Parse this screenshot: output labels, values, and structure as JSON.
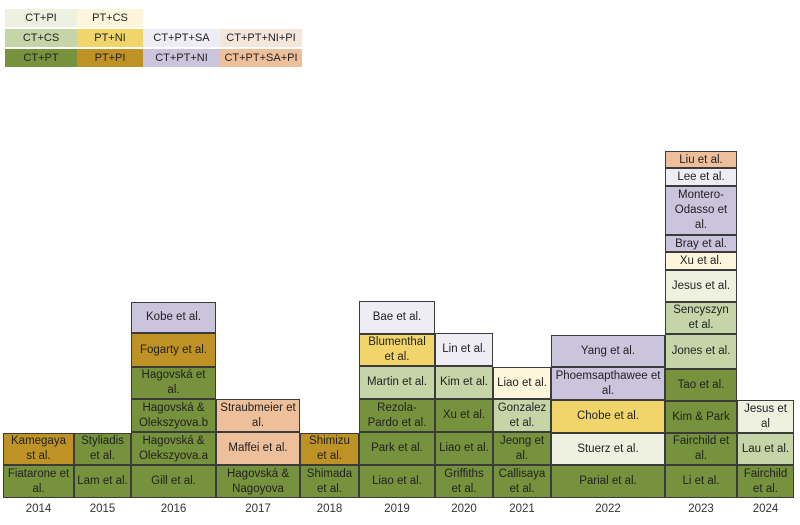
{
  "colors": {
    "CT+PI": "#eef1e0",
    "PT+CS": "#fdf6dc",
    "CT+CS": "#c5d5a8",
    "PT+NI": "#f2d56a",
    "CT+PT+SA": "#eeecf4",
    "CT+PT+NI+PI": "#f5e6dc",
    "CT+PT": "#76923c",
    "PT+PI": "#bf9226",
    "CT+PT+NI": "#cbc4dd",
    "CT+PT+SA+PI": "#eebf9b"
  },
  "legend": [
    {
      "label": "CT+PI",
      "key": "CT+PI"
    },
    {
      "label": "PT+CS",
      "key": "PT+CS"
    },
    {
      "label": "CT+CS",
      "key": "CT+CS"
    },
    {
      "label": "PT+NI",
      "key": "PT+NI"
    },
    {
      "label": "CT+PT+SA",
      "key": "CT+PT+SA"
    },
    {
      "label": "CT+PT+NI+PI",
      "key": "CT+PT+NI+PI"
    },
    {
      "label": "CT+PT",
      "key": "CT+PT"
    },
    {
      "label": "PT+PI",
      "key": "PT+PI"
    },
    {
      "label": "CT+PT+NI",
      "key": "CT+PT+NI"
    },
    {
      "label": "CT+PT+SA+PI",
      "key": "CT+PT+SA+PI"
    }
  ],
  "chart_data": {
    "type": "table",
    "years": [
      "2014",
      "2015",
      "2016",
      "2017",
      "2018",
      "2019",
      "2020",
      "2021",
      "2022",
      "2023",
      "2024"
    ],
    "columns": [
      {
        "year": "2014",
        "studies": [
          {
            "label": "Fiatarone et al.",
            "category": "CT+PT"
          },
          {
            "label": "Kamegaya st al.",
            "category": "PT+PI"
          }
        ]
      },
      {
        "year": "2015",
        "studies": [
          {
            "label": "Lam et al.",
            "category": "CT+PT"
          },
          {
            "label": "Styliadis et al.",
            "category": "CT+PT"
          }
        ]
      },
      {
        "year": "2016",
        "studies": [
          {
            "label": "Gill et al.",
            "category": "CT+PT"
          },
          {
            "label": "Hagovská & Olekszyova.a",
            "category": "CT+PT"
          },
          {
            "label": "Hagovská & Olekszyova.b",
            "category": "CT+PT"
          },
          {
            "label": "Hagovská et al.",
            "category": "CT+PT"
          },
          {
            "label": "Fogarty et al.",
            "category": "PT+PI"
          },
          {
            "label": "Kobe et al.",
            "category": "CT+PT+NI"
          }
        ]
      },
      {
        "year": "2017",
        "studies": [
          {
            "label": "Hagovská & Nagoyova",
            "category": "CT+PT"
          },
          {
            "label": "Maffei et al.",
            "category": "CT+PT+SA+PI"
          },
          {
            "label": "Straubmeier et al.",
            "category": "CT+PT+SA+PI"
          }
        ]
      },
      {
        "year": "2018",
        "studies": [
          {
            "label": "Shimada et al.",
            "category": "CT+PT"
          },
          {
            "label": "Shimizu et al.",
            "category": "PT+PI"
          }
        ]
      },
      {
        "year": "2019",
        "studies": [
          {
            "label": "Liao et al.",
            "category": "CT+PT"
          },
          {
            "label": "Park et al.",
            "category": "CT+PT"
          },
          {
            "label": "Rezola-Pardo et al.",
            "category": "CT+PT"
          },
          {
            "label": "Martin et al.",
            "category": "CT+CS"
          },
          {
            "label": "Blumenthal et al.",
            "category": "PT+NI"
          },
          {
            "label": "Bae et al.",
            "category": "CT+PT+SA"
          }
        ]
      },
      {
        "year": "2020",
        "studies": [
          {
            "label": "Griffiths et al.",
            "category": "CT+PT"
          },
          {
            "label": "Liao et al.",
            "category": "CT+PT"
          },
          {
            "label": "Xu et al.",
            "category": "CT+PT"
          },
          {
            "label": "Kim et al.",
            "category": "CT+CS"
          },
          {
            "label": "Lin et al.",
            "category": "CT+PT+SA"
          }
        ]
      },
      {
        "year": "2021",
        "studies": [
          {
            "label": "Callisaya et al.",
            "category": "CT+PT"
          },
          {
            "label": "Jeong et al.",
            "category": "CT+PT"
          },
          {
            "label": "Gonzalez et al.",
            "category": "CT+CS"
          },
          {
            "label": "Liao et al.",
            "category": "PT+CS"
          }
        ]
      },
      {
        "year": "2022",
        "studies": [
          {
            "label": "Parial et al.",
            "category": "CT+PT"
          },
          {
            "label": "Stuerz et al.",
            "category": "CT+PI"
          },
          {
            "label": "Chobe et al.",
            "category": "PT+NI"
          },
          {
            "label": "Phoemsapthawee et al.",
            "category": "CT+PT+NI"
          },
          {
            "label": "Yang et al.",
            "category": "CT+PT+NI"
          }
        ]
      },
      {
        "year": "2023",
        "studies": [
          {
            "label": "Li et al.",
            "category": "CT+PT"
          },
          {
            "label": "Fairchild et al.",
            "category": "CT+PT"
          },
          {
            "label": "Kim & Park",
            "category": "CT+PT"
          },
          {
            "label": "Tao et al.",
            "category": "CT+PT"
          },
          {
            "label": "Jones et al.",
            "category": "CT+CS"
          },
          {
            "label": "Sencyszyn et al.",
            "category": "CT+CS"
          },
          {
            "label": "Jesus et al.",
            "category": "CT+PI"
          },
          {
            "label": "Xu et al.",
            "category": "PT+CS"
          },
          {
            "label": "Bray et al.",
            "category": "CT+PT+NI"
          },
          {
            "label": "Montero-Odasso et al.",
            "category": "CT+PT+NI"
          },
          {
            "label": "Lee et al.",
            "category": "CT+PT+SA"
          },
          {
            "label": "Liu et al.",
            "category": "CT+PT+SA+PI"
          }
        ]
      },
      {
        "year": "2024",
        "studies": [
          {
            "label": "Fairchild et al.",
            "category": "CT+PT"
          },
          {
            "label": "Lau et al.",
            "category": "CT+CS"
          },
          {
            "label": "Jesus et al",
            "category": "CT+PI"
          }
        ]
      }
    ]
  }
}
